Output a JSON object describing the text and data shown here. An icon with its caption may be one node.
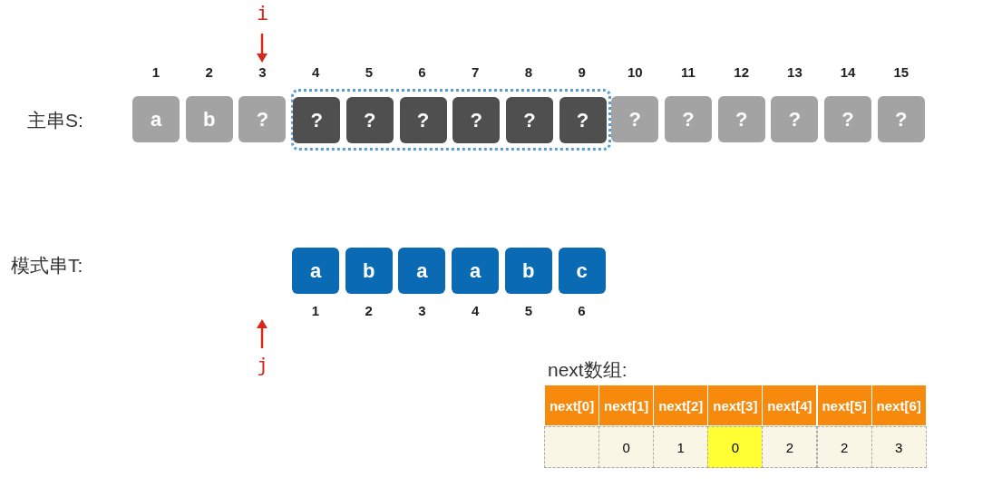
{
  "diagram": {
    "nodes": [
      {
        "text": [
          "a"
        ],
        "beside": [
          "1"
        ]
      },
      {
        "text": [
          "b"
        ],
        "beside": [
          "2"
        ]
      },
      {
        "text": [
          "?"
        ],
        "beside": [
          "3"
        ]
      },
      {
        "text": [],
        "shape": "box"
      },
      {
        "text": [
          "?"
        ],
        "beside": [
          "4"
        ],
        "in": 3
      },
      {
        "text": [
          "?"
        ],
        "beside": [
          "5"
        ],
        "in": 3
      },
      {
        "text": [
          "?"
        ],
        "beside": [
          "6"
        ],
        "in": 3
      },
      {
        "text": [
          "?"
        ],
        "beside": [
          "7"
        ],
        "in": 3
      },
      {
        "text": [
          "?"
        ],
        "beside": [
          "8"
        ],
        "in": 3
      },
      {
        "text": [
          "?"
        ],
        "beside": [
          "9"
        ],
        "in": 3
      },
      {
        "text": [
          "?"
        ],
        "beside": [
          "10"
        ]
      },
      {
        "text": [
          "?"
        ],
        "beside": [
          "11"
        ]
      },
      {
        "text": [
          "?"
        ],
        "beside": [
          "12"
        ]
      },
      {
        "text": [
          "?"
        ],
        "beside": [
          "13"
        ]
      },
      {
        "text": [
          "?"
        ],
        "beside": [
          "14"
        ]
      },
      {
        "text": [
          "?"
        ],
        "beside": [
          "15"
        ]
      },
      {
        "text": [
          "a"
        ],
        "beside": [
          "1"
        ]
      },
      {
        "text": [
          "b"
        ],
        "beside": [
          "2"
        ]
      },
      {
        "text": [
          "a"
        ],
        "beside": [
          "3"
        ]
      },
      {
        "text": [
          "a"
        ],
        "beside": [
          "4"
        ]
      },
      {
        "text": [
          "b"
        ],
        "beside": [
          "5"
        ]
      },
      {
        "text": [
          "c"
        ],
        "beside": [
          "6"
        ]
      }
    ],
    "labels": [
      "i",
      "主串S:",
      "模式串T:",
      "j",
      "next数组:",
      "next[0]",
      "next[1]",
      "next[2]",
      "next[3]",
      "next[4]",
      "next[5]",
      "next[6]",
      "0",
      "1",
      "0",
      "2",
      "2",
      "3"
    ]
  }
}
